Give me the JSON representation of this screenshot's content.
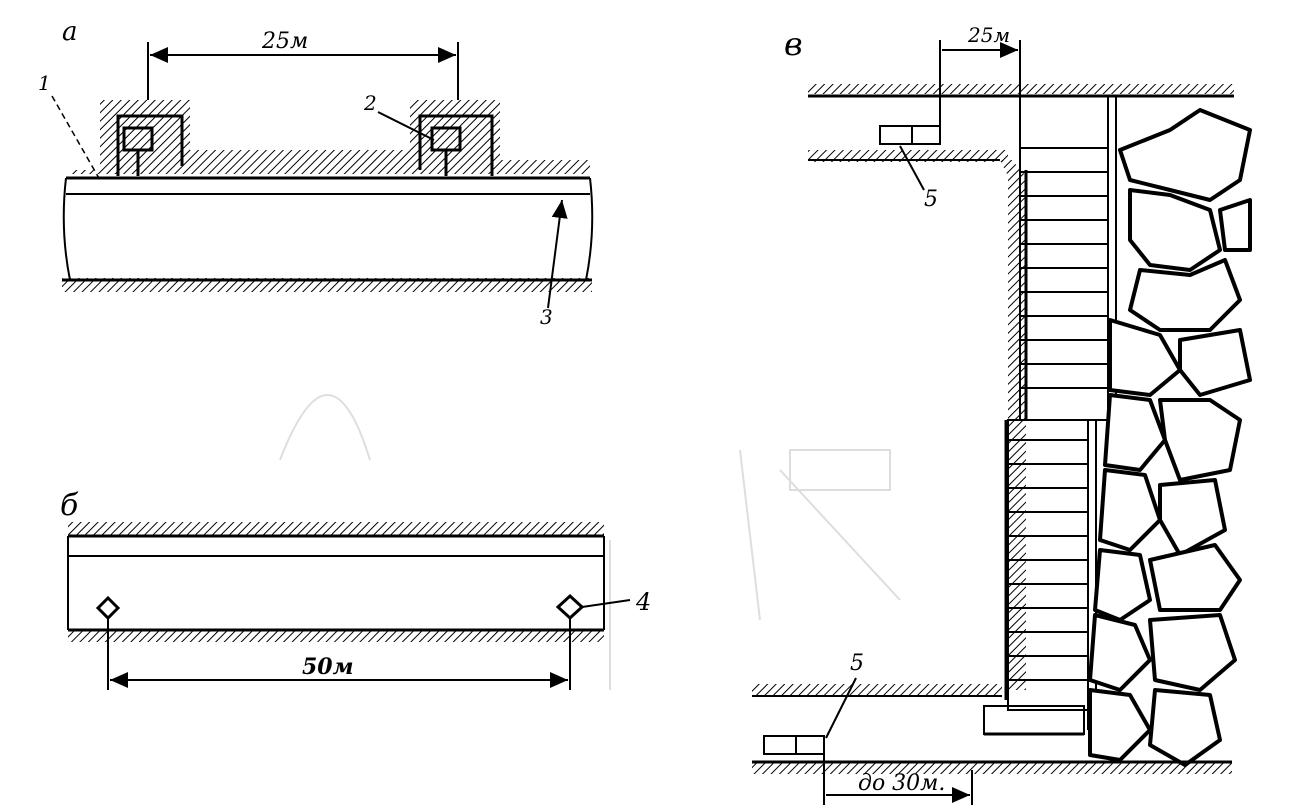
{
  "panels": {
    "a": {
      "letter": "а",
      "dimension": "25м",
      "callouts": [
        "1",
        "2",
        "3"
      ]
    },
    "b": {
      "letter": "б",
      "dimension": "50м",
      "callouts": [
        "4"
      ]
    },
    "v": {
      "letter": "в",
      "dimension_top": "25м",
      "dimension_bottom": "до 30м.",
      "callouts": [
        "5",
        "5"
      ]
    }
  },
  "colors": {
    "ink": "#000000",
    "paper": "#ffffff",
    "faint": "#bdbdbd"
  }
}
